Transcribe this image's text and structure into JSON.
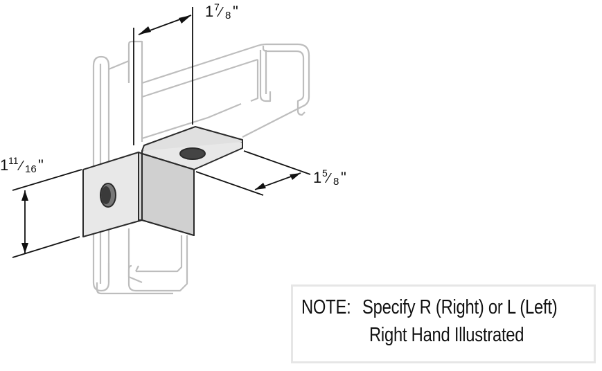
{
  "dimensions": {
    "top": {
      "whole": "1",
      "num": "7",
      "den": "8",
      "unit": "\""
    },
    "side": {
      "whole": "1",
      "num": "5",
      "den": "8",
      "unit": "\""
    },
    "height": {
      "whole": "1",
      "num": "11",
      "den": "16",
      "unit": "\""
    }
  },
  "note": {
    "label": "NOTE:",
    "line1": "Specify R (Right) or L (Left)",
    "line2": "Right Hand Illustrated"
  },
  "colors": {
    "line": "#2a2a2a",
    "channel": "#bdbdbd",
    "bracket_fill": "#e8e8e8",
    "hole": "#555555"
  }
}
